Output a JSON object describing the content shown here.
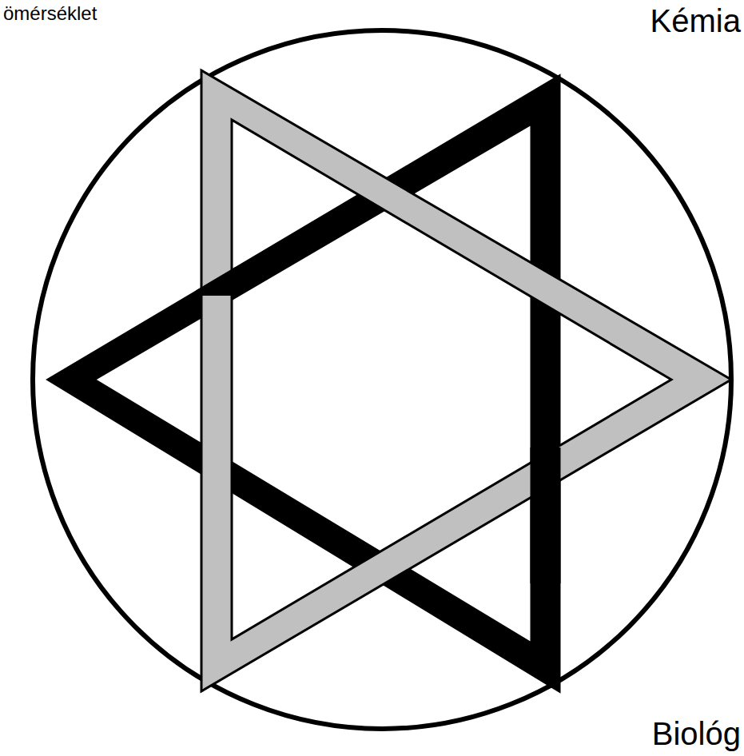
{
  "diagram": {
    "labels": [
      "ömérséklet",
      "Kémia",
      "Biológ"
    ]
  }
}
